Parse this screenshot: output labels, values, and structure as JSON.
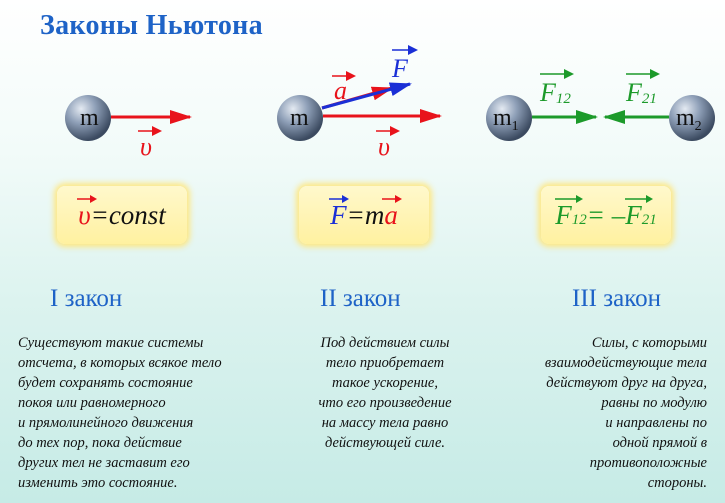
{
  "title": "Законы Ньютона",
  "diagram": {
    "mass_m": "m",
    "mass_m1": "m",
    "mass_m1_sub": "1",
    "mass_m2": "m",
    "mass_m2_sub": "2",
    "vec_v": "υ",
    "vec_a": "a",
    "vec_F": "F",
    "vec_F12": "F",
    "vec_F12_sub": "12",
    "vec_F21": "F",
    "vec_F21_sub": "21"
  },
  "formulas": {
    "law1_v": "υ",
    "law1_rest": "=const",
    "law2_F": "F",
    "law2_mid": "=m",
    "law2_a": "a",
    "law3_F12": "F",
    "law3_F12_sub": "12",
    "law3_mid": "= –",
    "law3_F21": "F",
    "law3_F21_sub": "21"
  },
  "laws": [
    {
      "title": "I закон",
      "lines": [
        "Существуют такие системы",
        "отсчета, в которых всякое тело",
        "будет сохранять состояние",
        "покоя или равномерного",
        "и прямолинейного движения",
        "до тех пор, пока действие",
        "других тел не заставит его",
        "изменить это состояние."
      ]
    },
    {
      "title": "II закон",
      "lines": [
        "Под действием силы",
        "тело приобретает",
        "такое ускорение,",
        "что его произведение",
        "на массу тела равно",
        "действующей силе."
      ]
    },
    {
      "title": "III закон",
      "lines": [
        "Силы, с которыми",
        "взаимодействующие тела",
        "действуют друг на друга,",
        "равны по модулю",
        "и направлены по",
        "одной прямой в",
        "противоположные",
        "стороны."
      ]
    }
  ],
  "colors": {
    "title": "#1e63c7",
    "velocity": "#e8131b",
    "force": "#1a2fd6",
    "interaction": "#1c9a2a"
  }
}
